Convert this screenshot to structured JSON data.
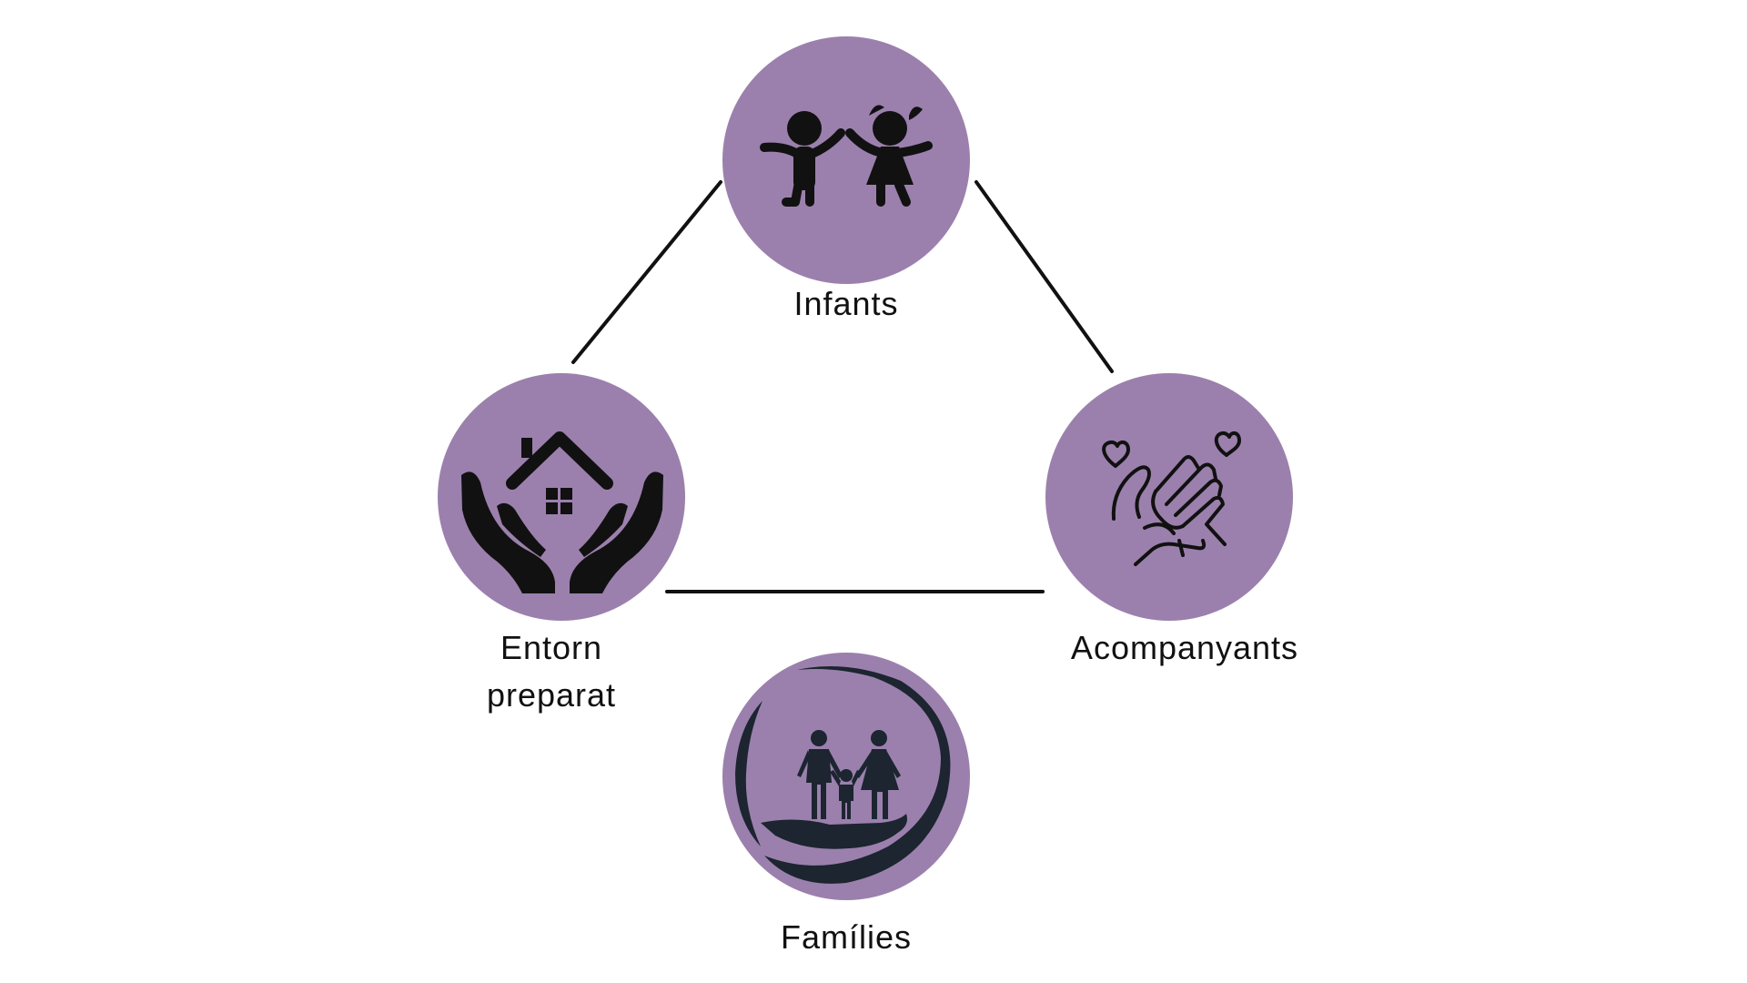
{
  "colors": {
    "circle_fill": "#9b80ad",
    "icon_dark": "#111111",
    "icon_navy": "#1c2530",
    "connector": "#111111"
  },
  "nodes": {
    "infants": {
      "label": "Infants",
      "icon": "children-icon"
    },
    "entorn": {
      "label_line1": "Entorn",
      "label_line2": "preparat",
      "icon": "house-in-hands-icon"
    },
    "acompanyants": {
      "label": "Acompanyants",
      "icon": "helping-hands-hearts-icon"
    },
    "families": {
      "label": "Famílies",
      "icon": "family-in-hand-icon"
    }
  }
}
